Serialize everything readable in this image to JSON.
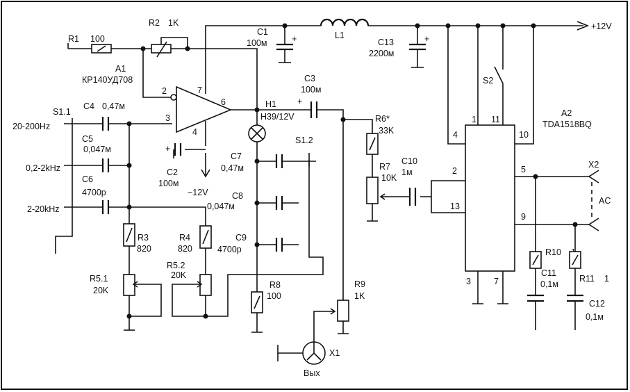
{
  "supply": {
    "plus": "+12V",
    "minus": "−12V"
  },
  "components": {
    "r1": {
      "ref": "R1",
      "value": "100"
    },
    "r2": {
      "ref": "R2",
      "value": "1K"
    },
    "a1": {
      "ref": "A1",
      "part": "КР140УД708"
    },
    "c1": {
      "ref": "C1",
      "value": "100м"
    },
    "l1": {
      "ref": "L1"
    },
    "c13": {
      "ref": "C13",
      "value": "2200м"
    },
    "s2": {
      "ref": "S2"
    },
    "c3": {
      "ref": "C3",
      "value": "100м"
    },
    "h1": {
      "ref": "H1",
      "value": "H39/12V"
    },
    "r6": {
      "ref": "R6*",
      "value": "33K"
    },
    "c10": {
      "ref": "C10",
      "value": "1м"
    },
    "r7": {
      "ref": "R7",
      "value": "10K"
    },
    "a2": {
      "ref": "A2",
      "part": "TDA1518BQ"
    },
    "s11": {
      "ref": "S1.1"
    },
    "c4": {
      "ref": "C4",
      "value": "0,47м"
    },
    "c5": {
      "ref": "C5",
      "value": "0,047м"
    },
    "c6": {
      "ref": "C6",
      "value": "4700р"
    },
    "c2": {
      "ref": "C2",
      "value": "100м"
    },
    "c7": {
      "ref": "C7",
      "value": "0,47м"
    },
    "c8": {
      "ref": "C8",
      "value": "0,047м"
    },
    "c9": {
      "ref": "C9",
      "value": "4700р"
    },
    "s12": {
      "ref": "S1.2"
    },
    "r3": {
      "ref": "R3",
      "value": "820"
    },
    "r4": {
      "ref": "R4",
      "value": "820"
    },
    "r51": {
      "ref": "R5.1",
      "value": "20K"
    },
    "r52": {
      "ref": "R5.2",
      "value": "20K"
    },
    "r8": {
      "ref": "R8",
      "value": "100"
    },
    "r9": {
      "ref": "R9",
      "value": "1K"
    },
    "r10": {
      "ref": "R10",
      "value": "1"
    },
    "r11": {
      "ref": "R11",
      "value": "1"
    },
    "c11": {
      "ref": "C11",
      "value": "0,1м"
    },
    "c12": {
      "ref": "C12",
      "value": "0,1м"
    },
    "x1": {
      "ref": "X1",
      "label": "Вых"
    },
    "x2": {
      "ref": "X2",
      "label": "AC"
    }
  },
  "ranges": {
    "r1": "20-200Hz",
    "r2": "0,2-2kHz",
    "r3": "2-20kHz"
  },
  "pins": {
    "a1": {
      "inv": "2",
      "noninv": "3",
      "pwr": "7",
      "gnd": "4",
      "out": "6"
    },
    "a2": {
      "p1": "1",
      "p11": "11",
      "p4": "4",
      "p10": "10",
      "p2": "2",
      "p13": "13",
      "p5": "5",
      "p9": "9",
      "p3": "3",
      "p7": "7"
    }
  },
  "polarity": {
    "plus": "+"
  }
}
